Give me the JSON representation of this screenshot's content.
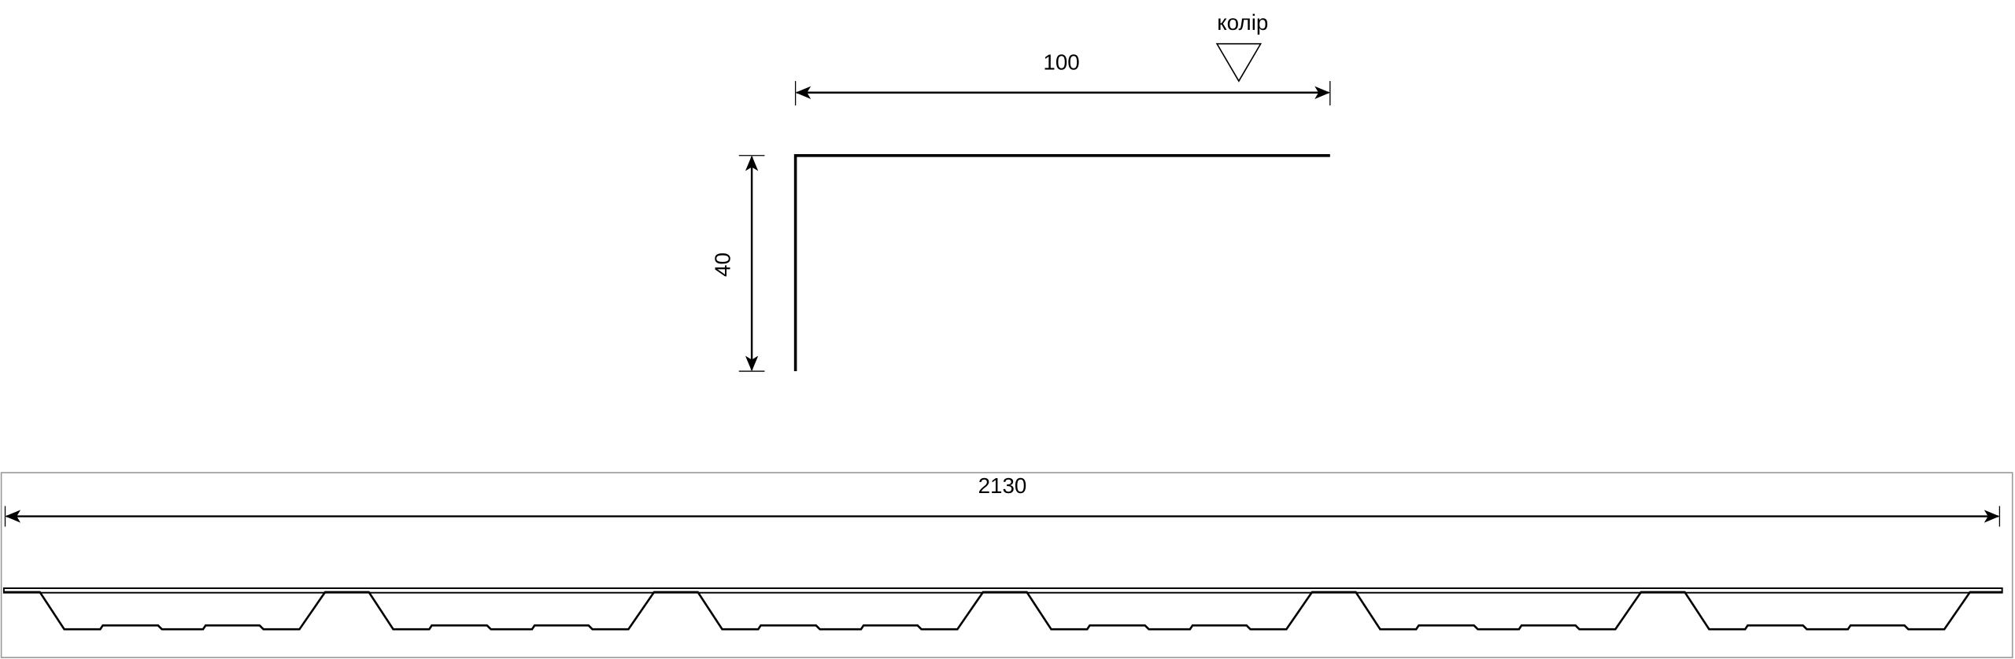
{
  "flashing": {
    "width_dimension": "100",
    "height_dimension": "40",
    "color_side_label": "колір"
  },
  "sheet": {
    "length_dimension": "2130",
    "corrugation_count": 6
  },
  "colors": {
    "line": "#000000",
    "frame": "#9a9a9a"
  }
}
